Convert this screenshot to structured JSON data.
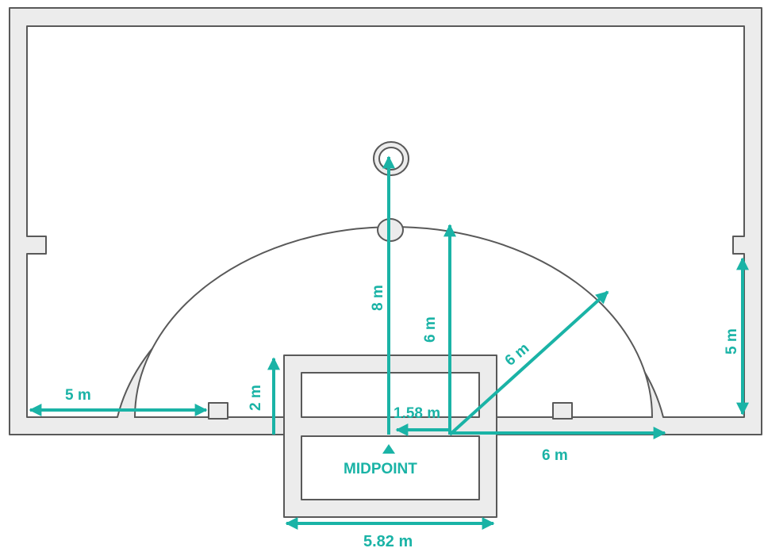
{
  "colors": {
    "accent": "#1ab3a6",
    "wall": "#ececec",
    "wall_line": "#595959"
  },
  "labels": {
    "baseline_left": "5 m",
    "box_height": "2 m",
    "hoop_distance": "8 m",
    "arc_height": "6 m",
    "arc_radius": "6 m",
    "offset": "1.58 m",
    "baseline_right": "6 m",
    "side_height": "5 m",
    "midpoint": "MIDPOINT",
    "box_width": "5.82 m"
  }
}
